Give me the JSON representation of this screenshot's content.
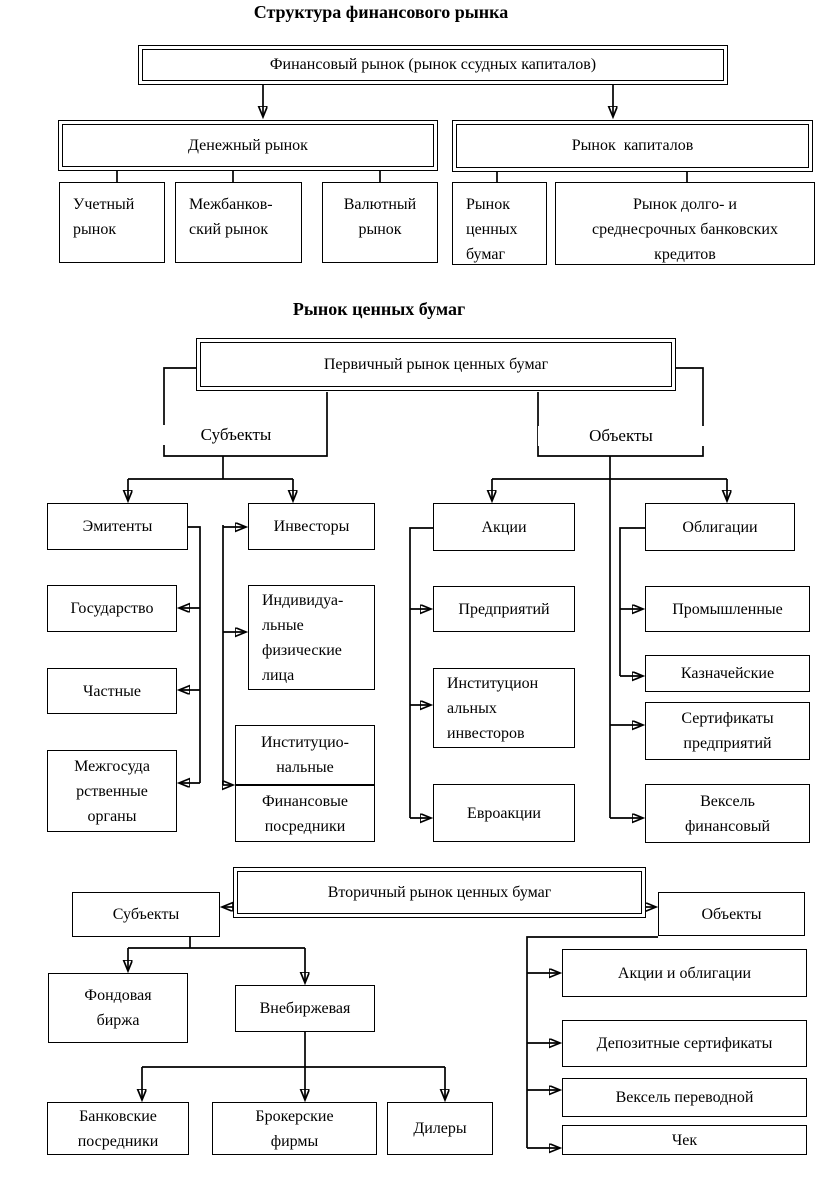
{
  "title": "Структура финансового рынка",
  "section2_heading": "Рынок ценных бумаг",
  "colors": {
    "ink": "#000000",
    "paper": "#ffffff"
  },
  "top": {
    "financial_market": "Финансовый рынок (рынок ссудных капиталов)",
    "money_market": "Денежный рынок",
    "capital_market": "Рынок  капиталов",
    "uchetny": "Учетный\nрынок",
    "mezhbank": "Межбанков-\nский рынок",
    "valyutny": "Валютный\nрынок",
    "securities": "Рынок\nценных\nбумаг",
    "credits": "Рынок долго- и\nсреднесрочных банковских\nкредитов"
  },
  "primary": {
    "title": "Первичный рынок ценных бумаг",
    "subjects_label": "Субъекты",
    "objects_label": "Объекты",
    "emitenty": "Эмитенты",
    "investory": "Инвесторы",
    "akcii": "Акции",
    "obligacii": "Облигации",
    "gosudarstvo": "Государство",
    "chastnye": "Частные",
    "mezhgos": "Межгосуда\nрственные\nорганы",
    "individ": "Индивидуа-\nльные\nфизические\nлица",
    "institu": "Институцио-\nнальные",
    "finposred": "Финансовые\nпосредники",
    "predpr": "Предприятий",
    "instinv": "Институцион\nальных\nинвесторов",
    "evro": "Евроакции",
    "prom": "Промышленные",
    "kazn": "Казначейские",
    "sert": "Сертификаты\nпредприятий",
    "veksfin": "Вексель\nфинансовый"
  },
  "secondary": {
    "title": "Вторичный рынок ценных бумаг",
    "subjects_label": "Субъекты",
    "objects_label": "Объекты",
    "fondovaya": "Фондовая\nбиржа",
    "vnebirzh": "Внебиржевая",
    "bankposred": "Банковские\nпосредники",
    "broker": "Брокерские\nфирмы",
    "dilery": "Дилеры",
    "akciiobl": "Акции и облигации",
    "depozit": "Депозитные сертификаты",
    "vekselper": "Вексель переводной",
    "chek": "Чек"
  }
}
